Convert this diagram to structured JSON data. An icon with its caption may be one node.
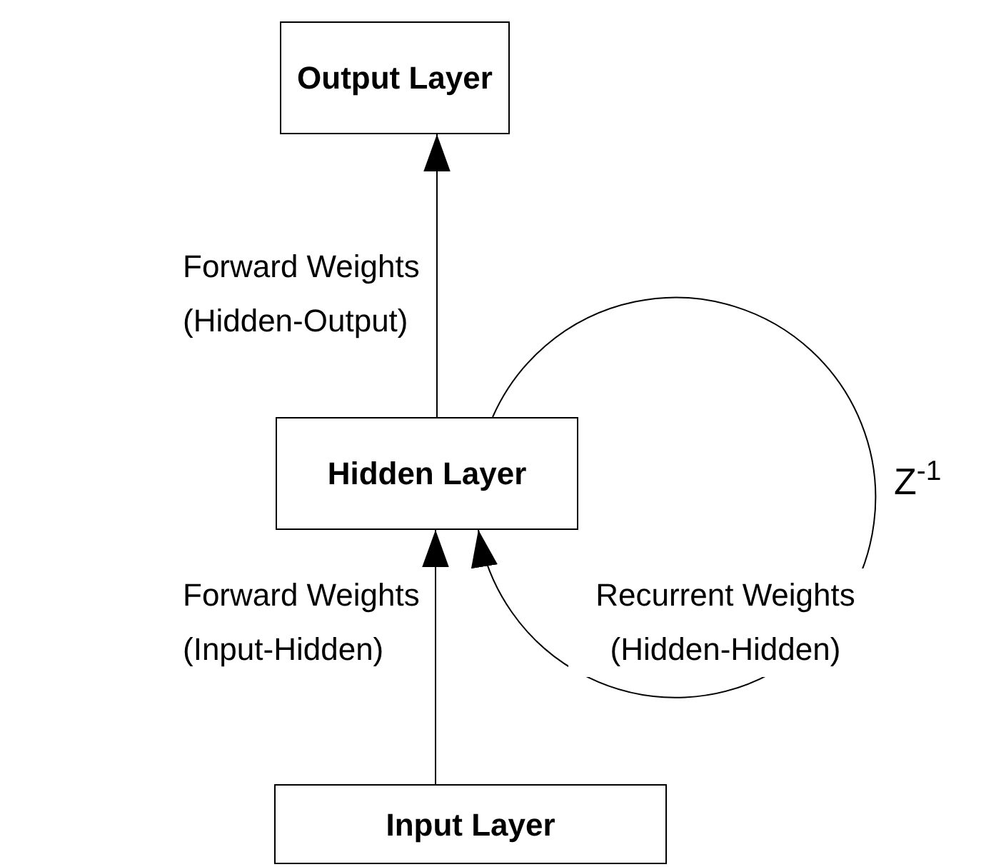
{
  "diagram": {
    "nodes": [
      {
        "text": [
          "Output Layer"
        ]
      },
      {
        "text": [
          "Hidden Layer"
        ]
      },
      {
        "text": [
          "Input Layer"
        ]
      }
    ],
    "edges": [
      {
        "from": 1,
        "to": 0,
        "arrow": "to",
        "label": "Forward Weights (Hidden-Output)"
      },
      {
        "from": 2,
        "to": 1,
        "arrow": "to",
        "label": "Forward Weights (Input-Hidden)"
      },
      {
        "from": 1,
        "to": 1,
        "arrow": "to",
        "label": "Recurrent Weights (Hidden-Hidden)"
      }
    ],
    "labels": [
      "Z$^{-1}$"
    ]
  }
}
